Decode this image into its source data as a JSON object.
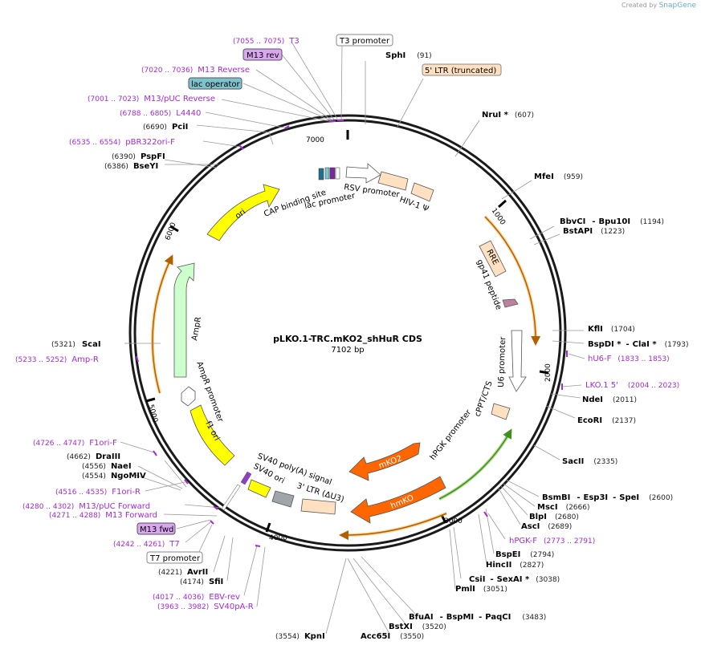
{
  "watermark": {
    "prefix": "Created by",
    "brand": "SnapGene"
  },
  "plasmid": {
    "name": "pLKO.1-TRC.mKO2_shHuR CDS",
    "size": "7102 bp"
  },
  "tick_labels": [
    "1000",
    "2000",
    "3000",
    "4000",
    "5000",
    "6000",
    "7000"
  ],
  "boxed_labels": {
    "t3_promoter": "T3 promoter",
    "m13_rev": "M13 rev",
    "lac_operator": "lac operator",
    "ltr5": "5' LTR (truncated)",
    "m13_fwd": "M13 fwd",
    "t7_promoter": "T7 promoter"
  },
  "primers": {
    "t3": {
      "coords": "(7055 .. 7075)",
      "name": "T3"
    },
    "m13_reverse": {
      "coords": "(7020 .. 7036)",
      "name": "M13 Reverse"
    },
    "m13_puc_reverse": {
      "coords": "(7001 .. 7023)",
      "name": "M13/pUC Reverse"
    },
    "l4440": {
      "coords": "(6788 .. 6805)",
      "name": "L4440"
    },
    "pbr322ori_f": {
      "coords": "(6535 .. 6554)",
      "name": "pBR322ori-F"
    },
    "amp_r": {
      "coords": "(5233 .. 5252)",
      "name": "Amp-R"
    },
    "f1ori_f": {
      "coords": "(4726 .. 4747)",
      "name": "F1ori-F"
    },
    "f1ori_r": {
      "coords": "(4516 .. 4535)",
      "name": "F1ori-R"
    },
    "m13_puc_forward": {
      "coords": "(4280 .. 4302)",
      "name": "M13/pUC Forward"
    },
    "m13_forward": {
      "coords": "(4271 .. 4288)",
      "name": "M13 Forward"
    },
    "t7": {
      "coords": "(4242 .. 4261)",
      "name": "T7"
    },
    "ebv_rev": {
      "coords": "(4017 .. 4036)",
      "name": "EBV-rev"
    },
    "sv40pa_r": {
      "coords": "(3963 .. 3982)",
      "name": "SV40pA-R"
    },
    "hu6_f": {
      "name": "hU6-F",
      "coords": "(1833 .. 1853)"
    },
    "lko1_5": {
      "name": "LKO.1 5'",
      "coords": "(2004 .. 2023)"
    },
    "hpgk_f": {
      "name": "hPGK-F",
      "coords": "(2773 .. 2791)"
    }
  },
  "sites": {
    "sphi": {
      "name": "SphI",
      "pos": "(91)"
    },
    "nrui": {
      "name": "NruI *",
      "pos": "(607)"
    },
    "mfei": {
      "name": "MfeI",
      "pos": "(959)"
    },
    "bbvci": {
      "name": "BbvCI",
      "dash": "-",
      "name2": "Bpu10I",
      "pos": "(1194)"
    },
    "bstapi": {
      "name": "BstAPI",
      "pos": "(1223)"
    },
    "kfli": {
      "name": "KflI",
      "pos": "(1704)"
    },
    "bspdi": {
      "name": "BspDI *",
      "dash": "-",
      "name2": "ClaI *",
      "pos": "(1793)"
    },
    "ndei": {
      "name": "NdeI",
      "pos": "(2011)"
    },
    "ecori": {
      "name": "EcoRI",
      "pos": "(2137)"
    },
    "sacii": {
      "name": "SacII",
      "pos": "(2335)"
    },
    "bsmbi": {
      "name": "BsmBI",
      "dash": "-",
      "name2": "Esp3I",
      "dash2": "-",
      "name3": "SpeI",
      "pos": "(2600)"
    },
    "msci": {
      "name": "MscI",
      "pos": "(2666)"
    },
    "blpi": {
      "name": "BlpI",
      "pos": "(2680)"
    },
    "asci": {
      "name": "AscI",
      "pos": "(2689)"
    },
    "bspei": {
      "name": "BspEI",
      "pos": "(2794)"
    },
    "hincii": {
      "name": "HincII",
      "pos": "(2827)"
    },
    "csii": {
      "name": "CsiI",
      "dash": "-",
      "name2": "SexAI *",
      "pos": "(3038)"
    },
    "pmli": {
      "name": "PmlI",
      "pos": "(3051)"
    },
    "bfuai": {
      "name": "BfuAI",
      "dash": "-",
      "name2": "BspMI",
      "dash2": "-",
      "name3": "PaqCI",
      "pos": "(3483)"
    },
    "bstxi": {
      "name": "BstXI",
      "pos": "(3520)"
    },
    "acc65i": {
      "name": "Acc65I",
      "pos": "(3550)"
    },
    "kpni": {
      "pos": "(3554)",
      "name": "KpnI"
    },
    "sfii": {
      "pos": "(4174)",
      "name": "SfiI"
    },
    "avrii": {
      "pos": "(4221)",
      "name": "AvrII"
    },
    "ngomiv": {
      "pos": "(4554)",
      "name": "NgoMIV"
    },
    "naei": {
      "pos": "(4556)",
      "name": "NaeI"
    },
    "draiii": {
      "pos": "(4662)",
      "name": "DraIII"
    },
    "scai": {
      "pos": "(5321)",
      "name": "ScaI"
    },
    "bseyi": {
      "pos": "(6386)",
      "name": "BseYI"
    },
    "pspfi": {
      "pos": "(6390)",
      "name": "PspFI"
    },
    "pcii": {
      "pos": "(6690)",
      "name": "PciI"
    }
  },
  "features": {
    "cap": "CAP binding site",
    "lac_promoter": "lac promoter",
    "rsv": "RSV promoter",
    "hiv": "HIV-1 Ψ",
    "rre": "RRE",
    "gp41": "gp41 peptide",
    "u6": "U6 promoter",
    "cppt": "cPPT/CTS",
    "hpgk": "hPGK promoter",
    "mko2": "mKO2",
    "hmko": "hmKO",
    "sv40polya": "SV40 poly(A) signal",
    "sv40ori": "SV40 ori",
    "ltr3": "3' LTR (ΔU3)",
    "f1ori": "f1 ori",
    "ampr_promoter": "AmpR promoter",
    "ampr": "AmpR",
    "ori": "ori"
  },
  "colors": {
    "primer": "#a22ad7",
    "ori": "#ffff00",
    "ampr": "#ccffcc",
    "ltr": "#ffe0c0",
    "mko2": "#ff6600",
    "orange_arc": "#f5a623",
    "green_arc": "#7fbf3f",
    "sv40ori": "#a0a4ab",
    "lac_operator": "#7ec2cc",
    "m13": "#d9a6f0"
  }
}
